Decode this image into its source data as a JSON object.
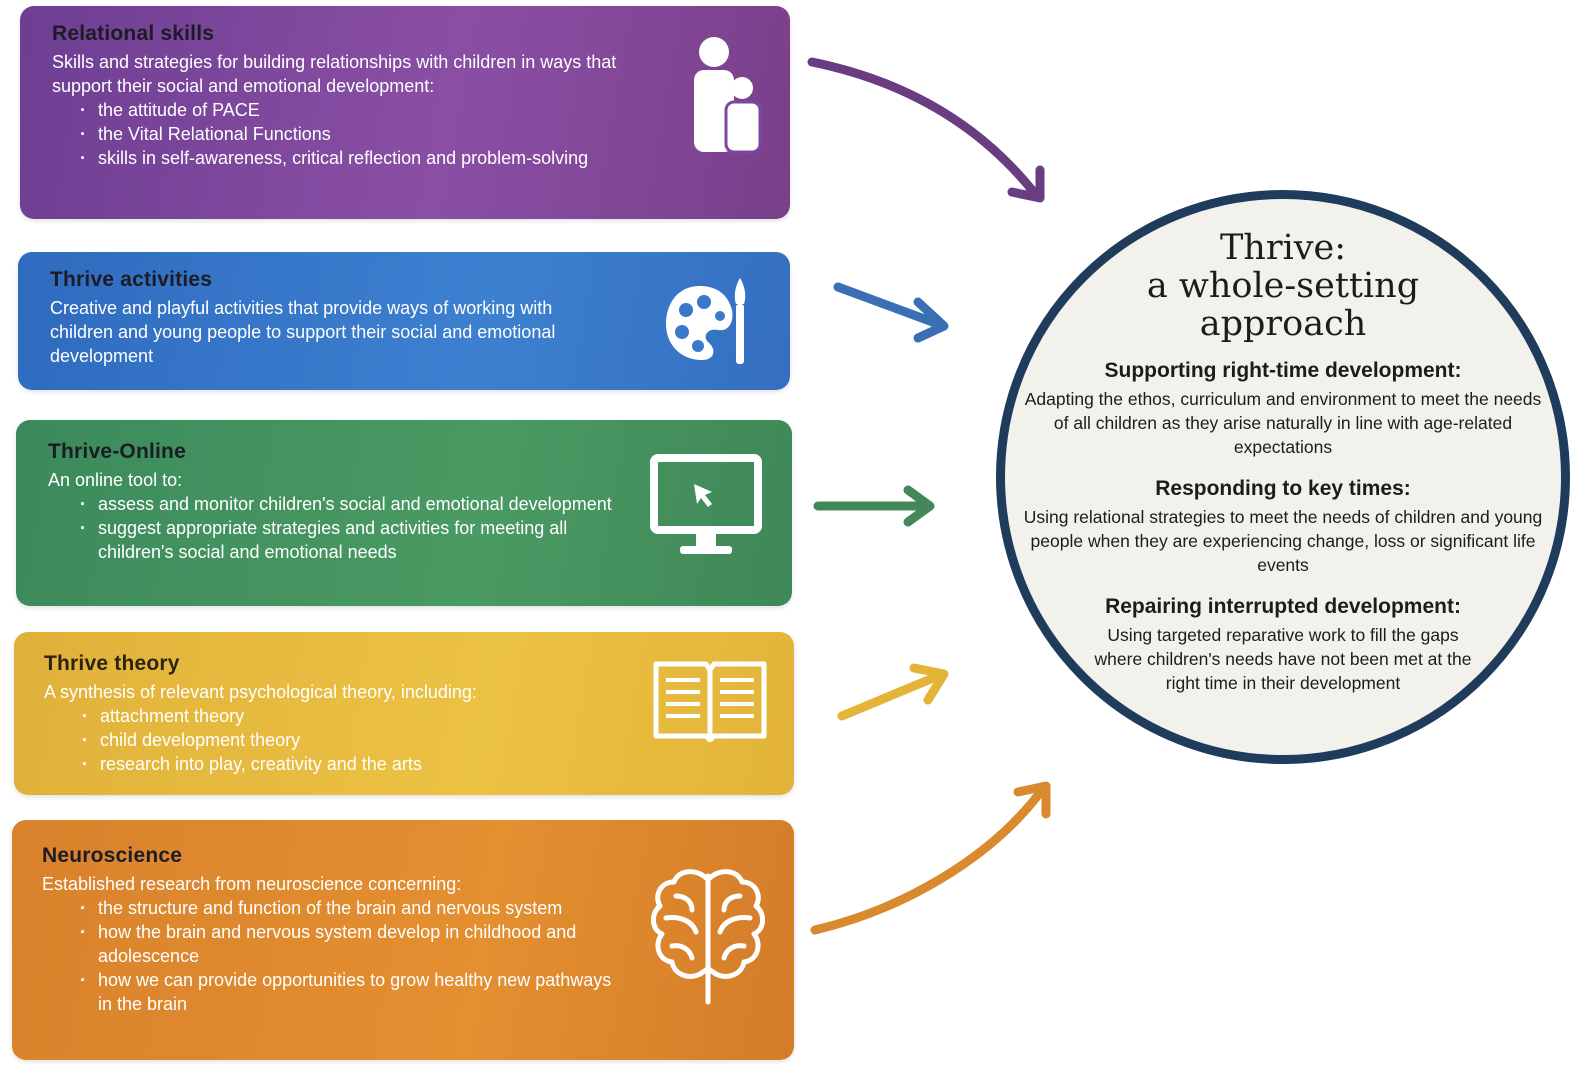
{
  "panels": {
    "relational": {
      "title": "Relational skills",
      "intro": "Skills and strategies for building relationships with children in ways that support their social and emotional development:",
      "bullets": [
        "the attitude of PACE",
        "the Vital Relational Functions",
        "skills in self-awareness, critical reflection and problem-solving"
      ],
      "icon": "adult-and-child-icon",
      "color": "#7b47a0"
    },
    "activities": {
      "title": "Thrive activities",
      "intro": "Creative and playful activities that provide ways of working with children and young people to support their social and emotional development",
      "icon": "palette-and-brush-icon",
      "color": "#3a78c9"
    },
    "online": {
      "title": "Thrive-Online",
      "intro": "An online tool to:",
      "bullets": [
        "assess and monitor children's social and emotional development",
        "suggest appropriate strategies and activities for meeting all children's social and emotional needs"
      ],
      "icon": "computer-monitor-icon",
      "color": "#44925f"
    },
    "theory": {
      "title": "Thrive theory",
      "intro": "A synthesis of relevant psychological theory, including:",
      "bullets": [
        "attachment theory",
        "child development theory",
        "research into play, creativity and the arts"
      ],
      "icon": "open-book-icon",
      "color": "#e8bb40"
    },
    "neuro": {
      "title": "Neuroscience",
      "intro": "Established research from neuroscience concerning:",
      "bullets": [
        "the structure and function of the brain and nervous system",
        "how the brain and nervous system develop in childhood and adolescence",
        "how we can provide opportunities to grow healthy new pathways in the brain"
      ],
      "icon": "brain-icon",
      "color": "#df882e"
    }
  },
  "circle": {
    "title_line1": "Thrive:",
    "title_line2": "a whole-setting",
    "title_line3": "approach",
    "border_color": "#203c5c",
    "sections": [
      {
        "heading": "Supporting right-time development:",
        "text": "Adapting the ethos, curriculum and environment to meet the needs of all children as they arise naturally in line with age-related expectations"
      },
      {
        "heading": "Responding to key times:",
        "text": "Using relational strategies to meet the needs of children and young people when they are experiencing change, loss or significant life events"
      },
      {
        "heading": "Repairing interrupted development:",
        "text": "Using targeted reparative work to fill the gaps where children's needs have not been met at the right time in their development"
      }
    ]
  }
}
